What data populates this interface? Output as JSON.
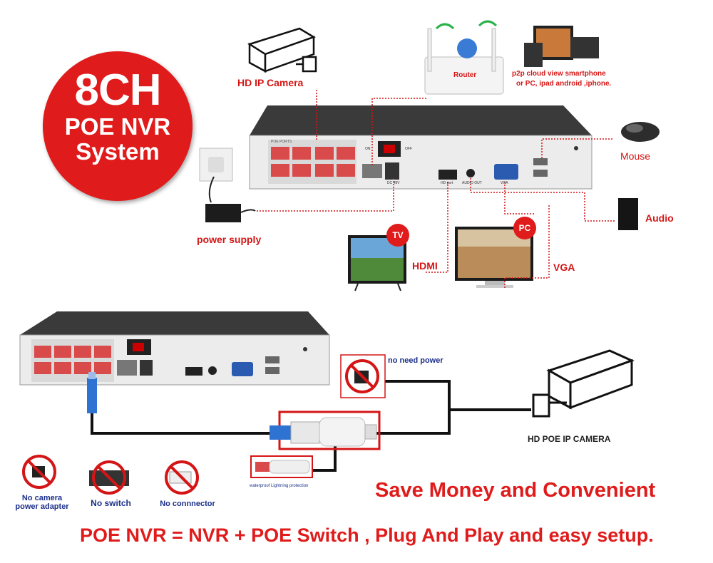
{
  "badge": {
    "line1": "8CH",
    "line2": "POE NVR",
    "line3": "System"
  },
  "top_labels": {
    "hd_ip_camera": "HD IP Camera",
    "router": "Router",
    "p2p_line1": "p2p cloud  view smartphone",
    "p2p_line2": "or PC, ipad android ,iphone.",
    "mouse": "Mouse",
    "audio": "Audio",
    "power_supply": "power supply",
    "tv_tag": "TV",
    "pc_tag": "PC",
    "hdmi": "HDMI",
    "vga": "VGA"
  },
  "nvr_panel": {
    "poe_ports": "POE PORTS",
    "on": "ON",
    "off": "OFF",
    "dc": "DC 48V",
    "hd_port": "HD port",
    "audio_out": "AUDIO OUT",
    "vga": "VGA"
  },
  "bottom_labels": {
    "no_need_power": "no need power",
    "hd_poe_camera": "HD POE IP CAMERA",
    "waterproof": "waterproof Lightning protection",
    "no_adapter_1": "No camera",
    "no_adapter_2": "power adapter",
    "no_switch": "No switch",
    "no_connector": "No connnector"
  },
  "headline": "Save Money and Convenient",
  "subheadline": "POE NVR = NVR + POE Switch , Plug And Play and easy setup."
}
